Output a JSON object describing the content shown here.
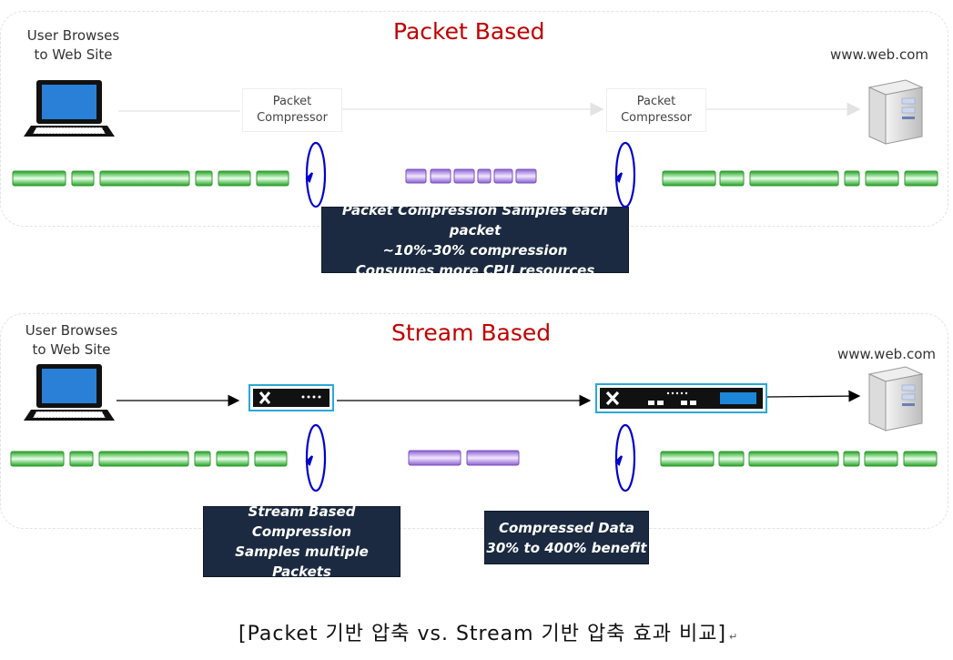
{
  "packet_section": {
    "title": "Packet Based",
    "user_label": "User Browses\nto Web Site",
    "server_label": "www.web.com",
    "compressor_left": "Packet\nCompressor",
    "compressor_right": "Packet\nCompressor",
    "callout": [
      "Packet Compression Samples each packet",
      "~10%-30% compression",
      "Consumes more CPU resources"
    ]
  },
  "stream_section": {
    "title": "Stream Based",
    "user_label": "User Browses\nto Web Site",
    "server_label": "www.web.com",
    "callout_left": [
      "Stream Based",
      "Compression",
      "Samples multiple Packets"
    ],
    "callout_right": [
      "Compressed Data",
      "30% to 400% benefit"
    ]
  },
  "caption": "[Packet  기반  압축  vs.   Stream  기반  압축  효과  비교]",
  "caption_mark": "↵",
  "colors": {
    "title": "#c00000",
    "packet_green": "#3cb93c",
    "packet_purple": "#9b6fd8",
    "callout_bg": "#1b2a40",
    "rotation_arrow": "#0000cc",
    "device_frame": "#29a8d8"
  },
  "icons": [
    "laptop-icon",
    "server-icon",
    "rotation-arrow-icon",
    "wan-optimizer-icon"
  ]
}
